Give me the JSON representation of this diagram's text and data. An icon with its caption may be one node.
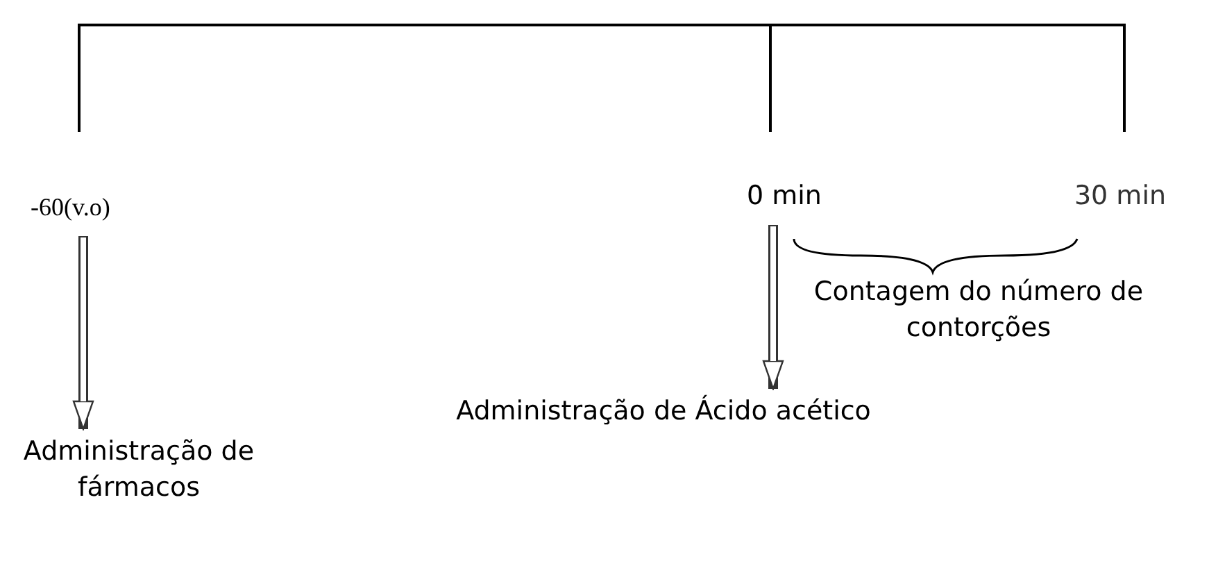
{
  "diagram": {
    "nodes": [
      {
        "text": [
          "-60(v.o)"
        ]
      },
      {
        "text": [
          "Administração de fármacos"
        ]
      },
      {
        "text": [
          "0 min"
        ]
      },
      {
        "text": [
          "Administração de Ácido acético"
        ]
      }
    ],
    "edges": [
      {
        "from": 0,
        "to": 1,
        "arrow": "to"
      },
      {
        "from": 2,
        "to": 3,
        "arrow": "to"
      }
    ],
    "labels": [
      "30 min",
      "Contagem do número de contorções"
    ]
  }
}
